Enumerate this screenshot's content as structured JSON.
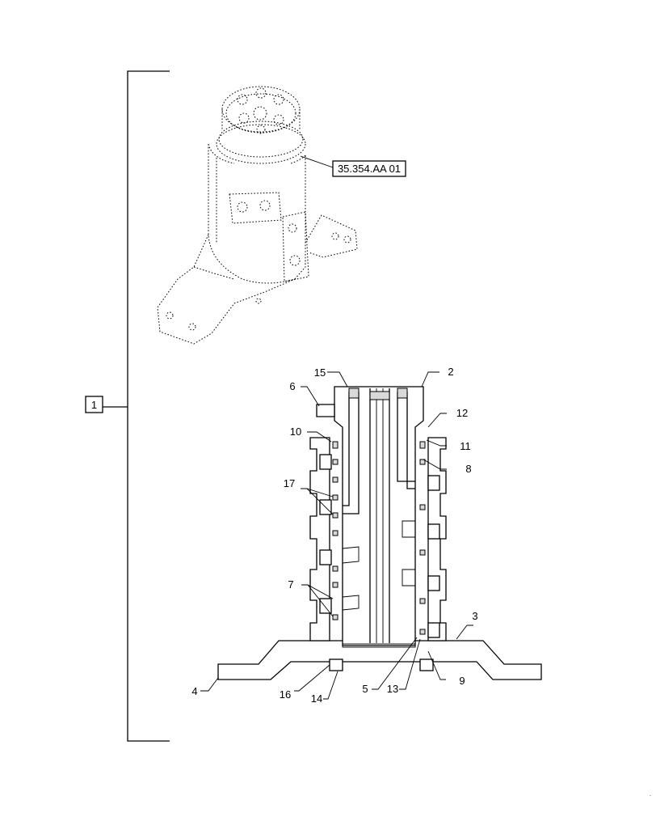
{
  "assembly": {
    "item_number": "1",
    "reference_label": "35.354.AA 01"
  },
  "callouts": {
    "c2": "2",
    "c3": "3",
    "c4": "4",
    "c5": "5",
    "c6": "6",
    "c7": "7",
    "c8": "8",
    "c9": "9",
    "c10": "10",
    "c11": "11",
    "c12": "12",
    "c13": "13",
    "c14": "14",
    "c15": "15",
    "c16": "16",
    "c17": "17"
  }
}
